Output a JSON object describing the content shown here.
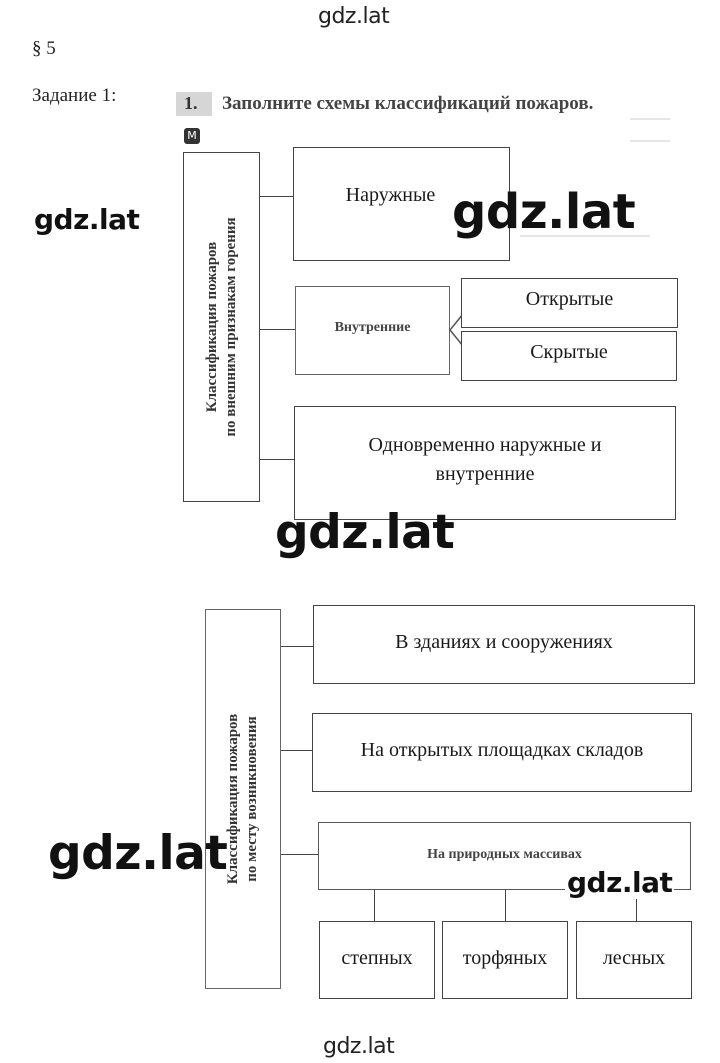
{
  "watermarks": {
    "top": "gdz.lat",
    "left1": "gdz.lat",
    "center1": "gdz.lat",
    "center2": "gdz.lat",
    "left2": "gdz.lat",
    "right2": "gdz.lat",
    "bottom": "gdz.lat"
  },
  "section": "§ 5",
  "task_label": "Задание 1:",
  "exercise": {
    "number": "1.",
    "text": "Заполните схемы классификаций пожаров.",
    "badge": "М"
  },
  "scheme1": {
    "root_line1": "Классификация пожаров",
    "root_line2": "по внешним признакам горения",
    "outer": "Наружные",
    "inner": "Внутренние",
    "inner_open": "Открытые",
    "inner_hidden": "Скрытые",
    "both_line1": "Одновременно наружные и",
    "both_line2": "внутренние"
  },
  "scheme2": {
    "root_line1": "Классификация пожаров",
    "root_line2": "по месту возникновения",
    "buildings": "В зданиях и сооружениях",
    "warehouses": "На открытых площадках складов",
    "natural": "На природных массивах",
    "steppe": "степных",
    "peat": "торфяных",
    "forest": "лесных"
  }
}
